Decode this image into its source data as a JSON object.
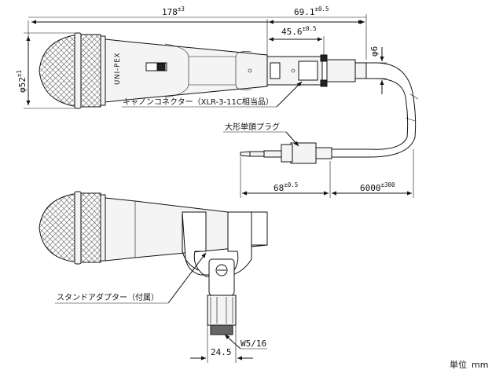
{
  "dimensions": {
    "total_length": {
      "value": "178",
      "tol": "±3"
    },
    "connector_to_cable": {
      "value": "69.1",
      "tol": "±0.5"
    },
    "connector_length": {
      "value": "45.6",
      "tol": "±0.5"
    },
    "head_diameter": {
      "value": "φ52",
      "tol": "±1"
    },
    "cable_diameter": {
      "value": "φ6"
    },
    "plug_length": {
      "value": "68",
      "tol": "±0.5"
    },
    "cable_length": {
      "value": "6000",
      "tol": "±300"
    },
    "adapter_width": {
      "value": "24.5"
    },
    "thread": {
      "value": "W5/16"
    }
  },
  "labels": {
    "brand": "UNI-PEX",
    "cannon_connector": "キャノンコネクター（XLR-3-11C相当品）",
    "large_plug": "大形単頭プラグ",
    "stand_adapter": "スタンドアダプター（付属）",
    "unit_label": "単位",
    "unit_value": "mm"
  }
}
